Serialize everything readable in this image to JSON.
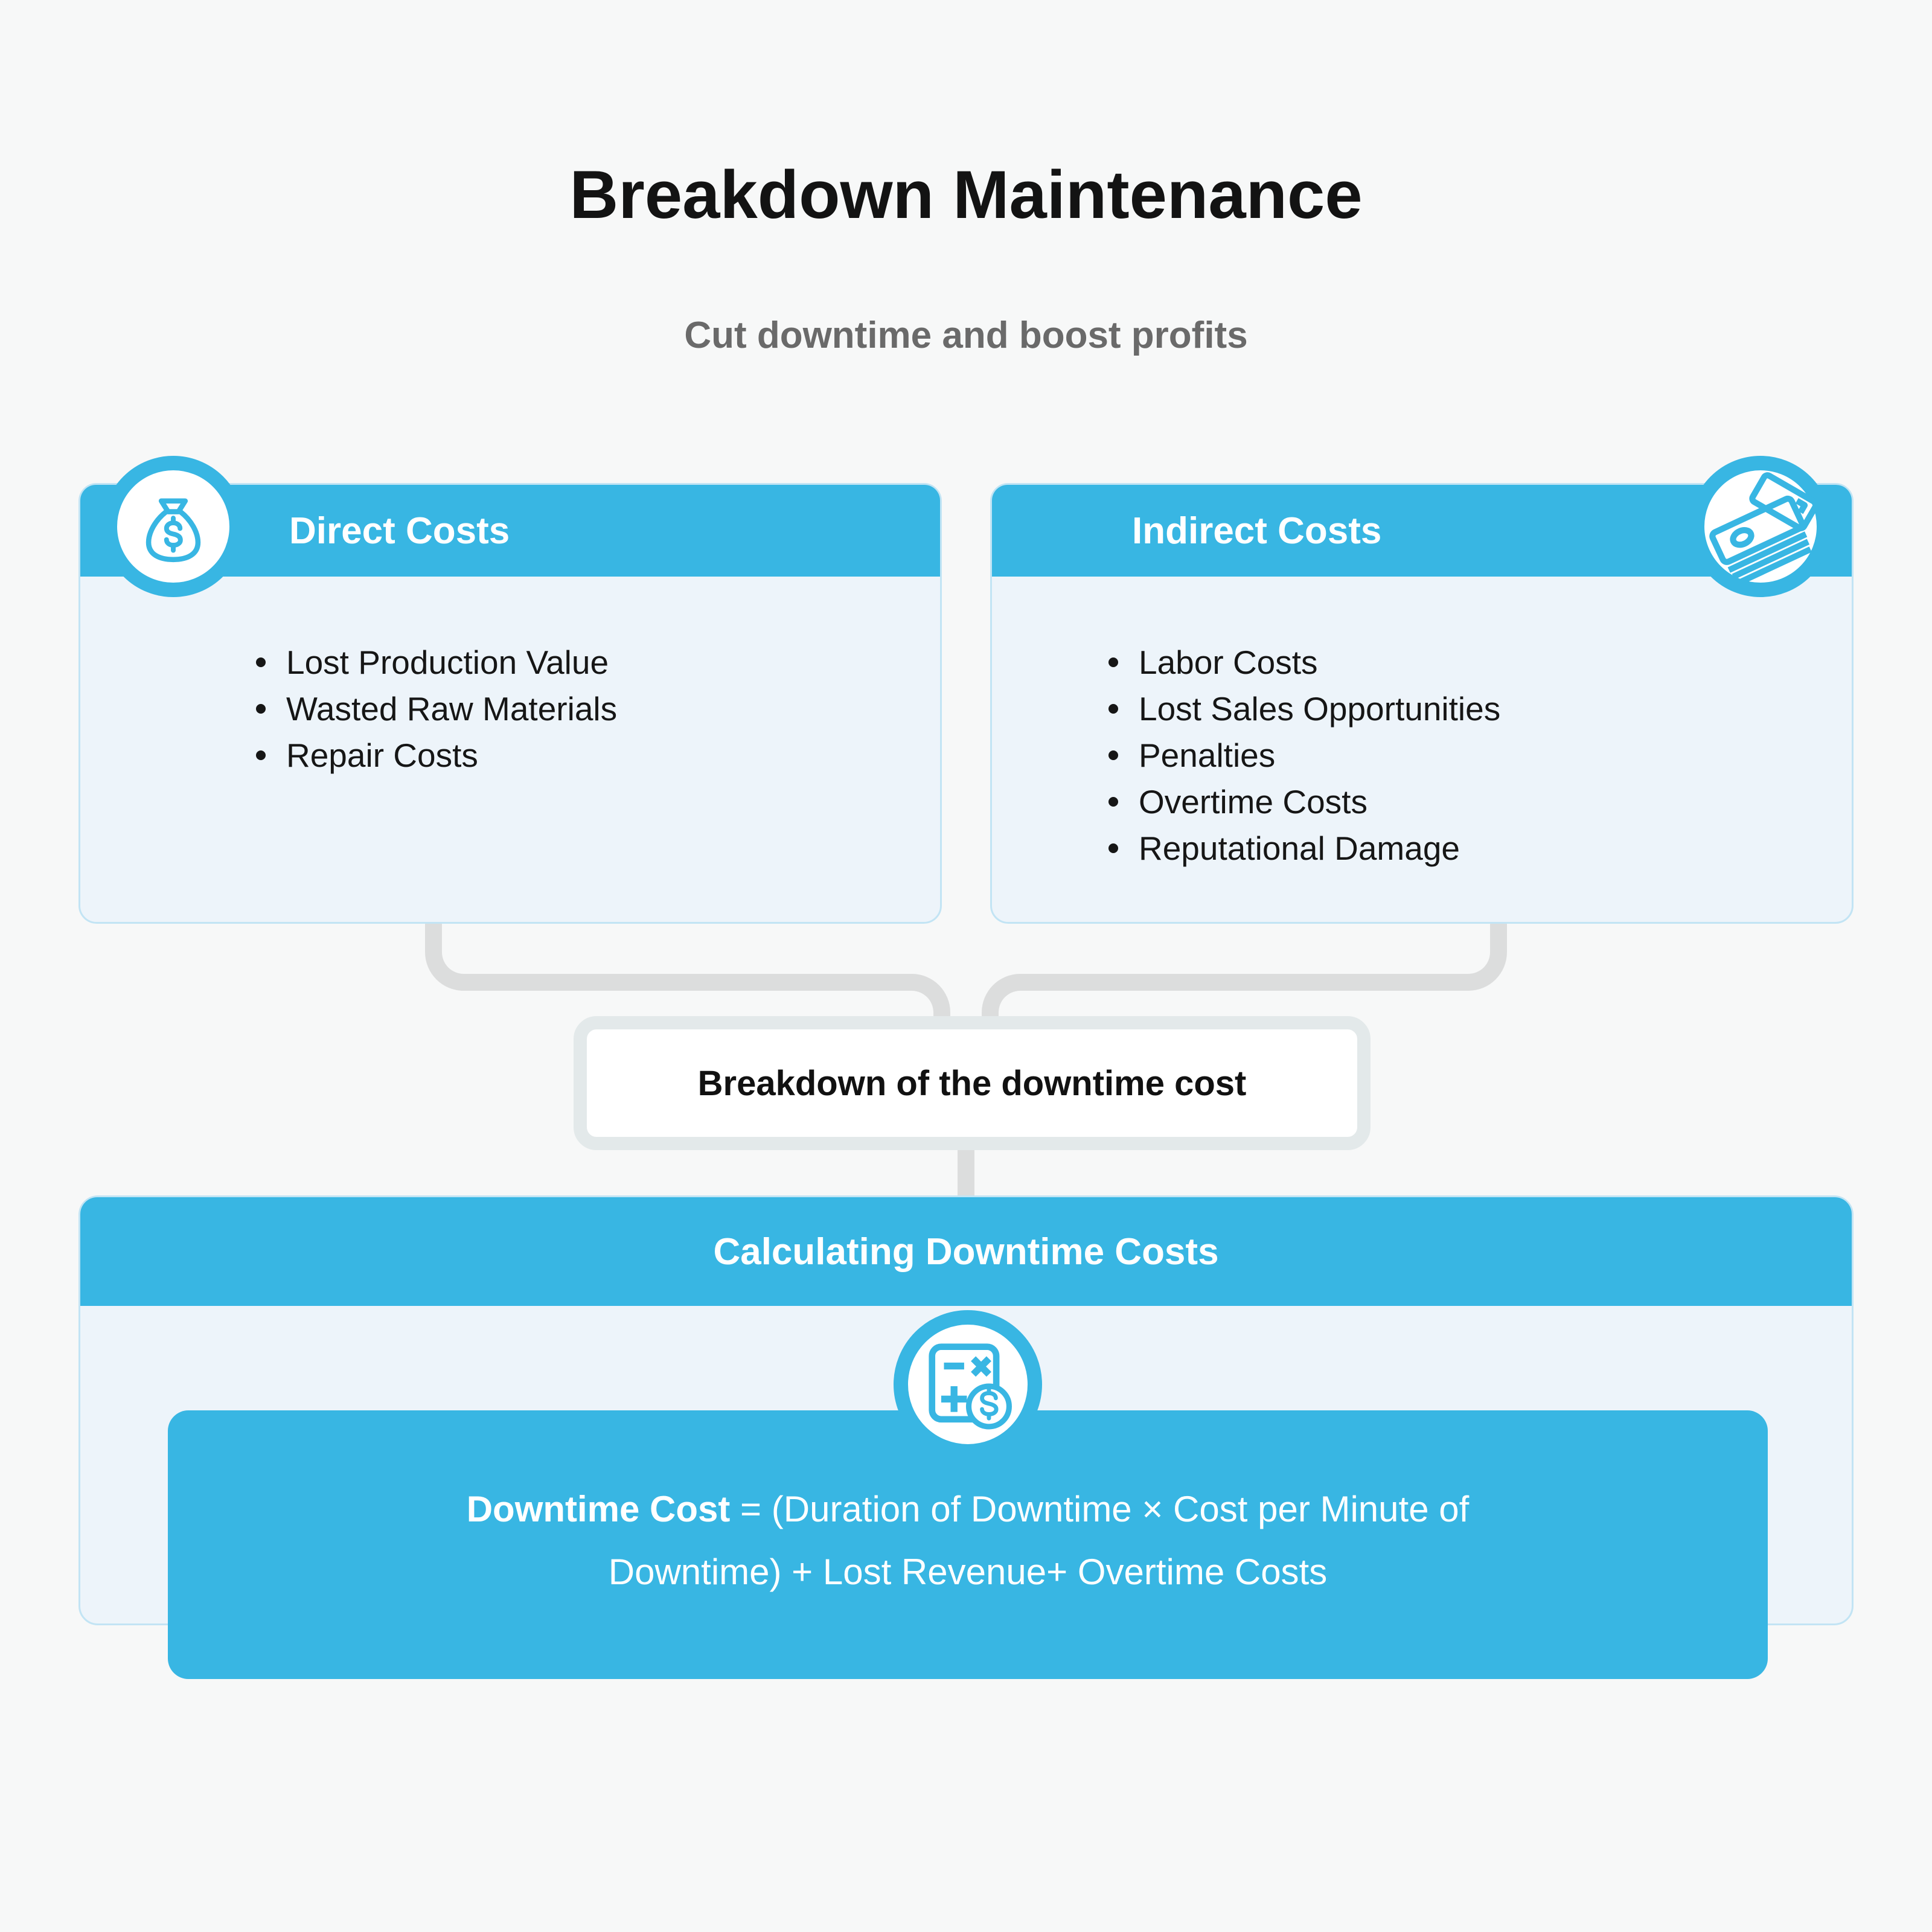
{
  "page": {
    "title": "Breakdown Maintenance",
    "subtitle": "Cut downtime and boost profits"
  },
  "cards": [
    {
      "title": "Direct Costs",
      "icon": "money-bag-icon",
      "items": [
        "Lost Production Value",
        "Wasted Raw Materials",
        "Repair Costs"
      ]
    },
    {
      "title": "Indirect Costs",
      "icon": "cash-stack-icon",
      "items": [
        "Labor Costs",
        "Lost Sales Opportunities",
        "Penalties",
        "Overtime Costs",
        "Reputational Damage"
      ]
    }
  ],
  "connector_box": {
    "label": "Breakdown of the downtime cost"
  },
  "section": {
    "title": "Calculating Downtime Costs",
    "icon": "calculator-icon",
    "formula": {
      "term": "Downtime Cost",
      "line1_rest": " = (Duration of Downtime × Cost per Minute of",
      "line2": "Downtime) + Lost Revenue+ Overtime Costs"
    }
  },
  "colors": {
    "accent_blue": "#38b6e3",
    "card_body_blue": "#edf4fa",
    "card_border_blue": "#c2e4f4",
    "connector_gray": "#dcdddd",
    "mid_box_border": "#e3e9ea",
    "background": "#f7f8f8",
    "title_black": "#131313",
    "subtitle_gray": "#6a6a6a"
  }
}
